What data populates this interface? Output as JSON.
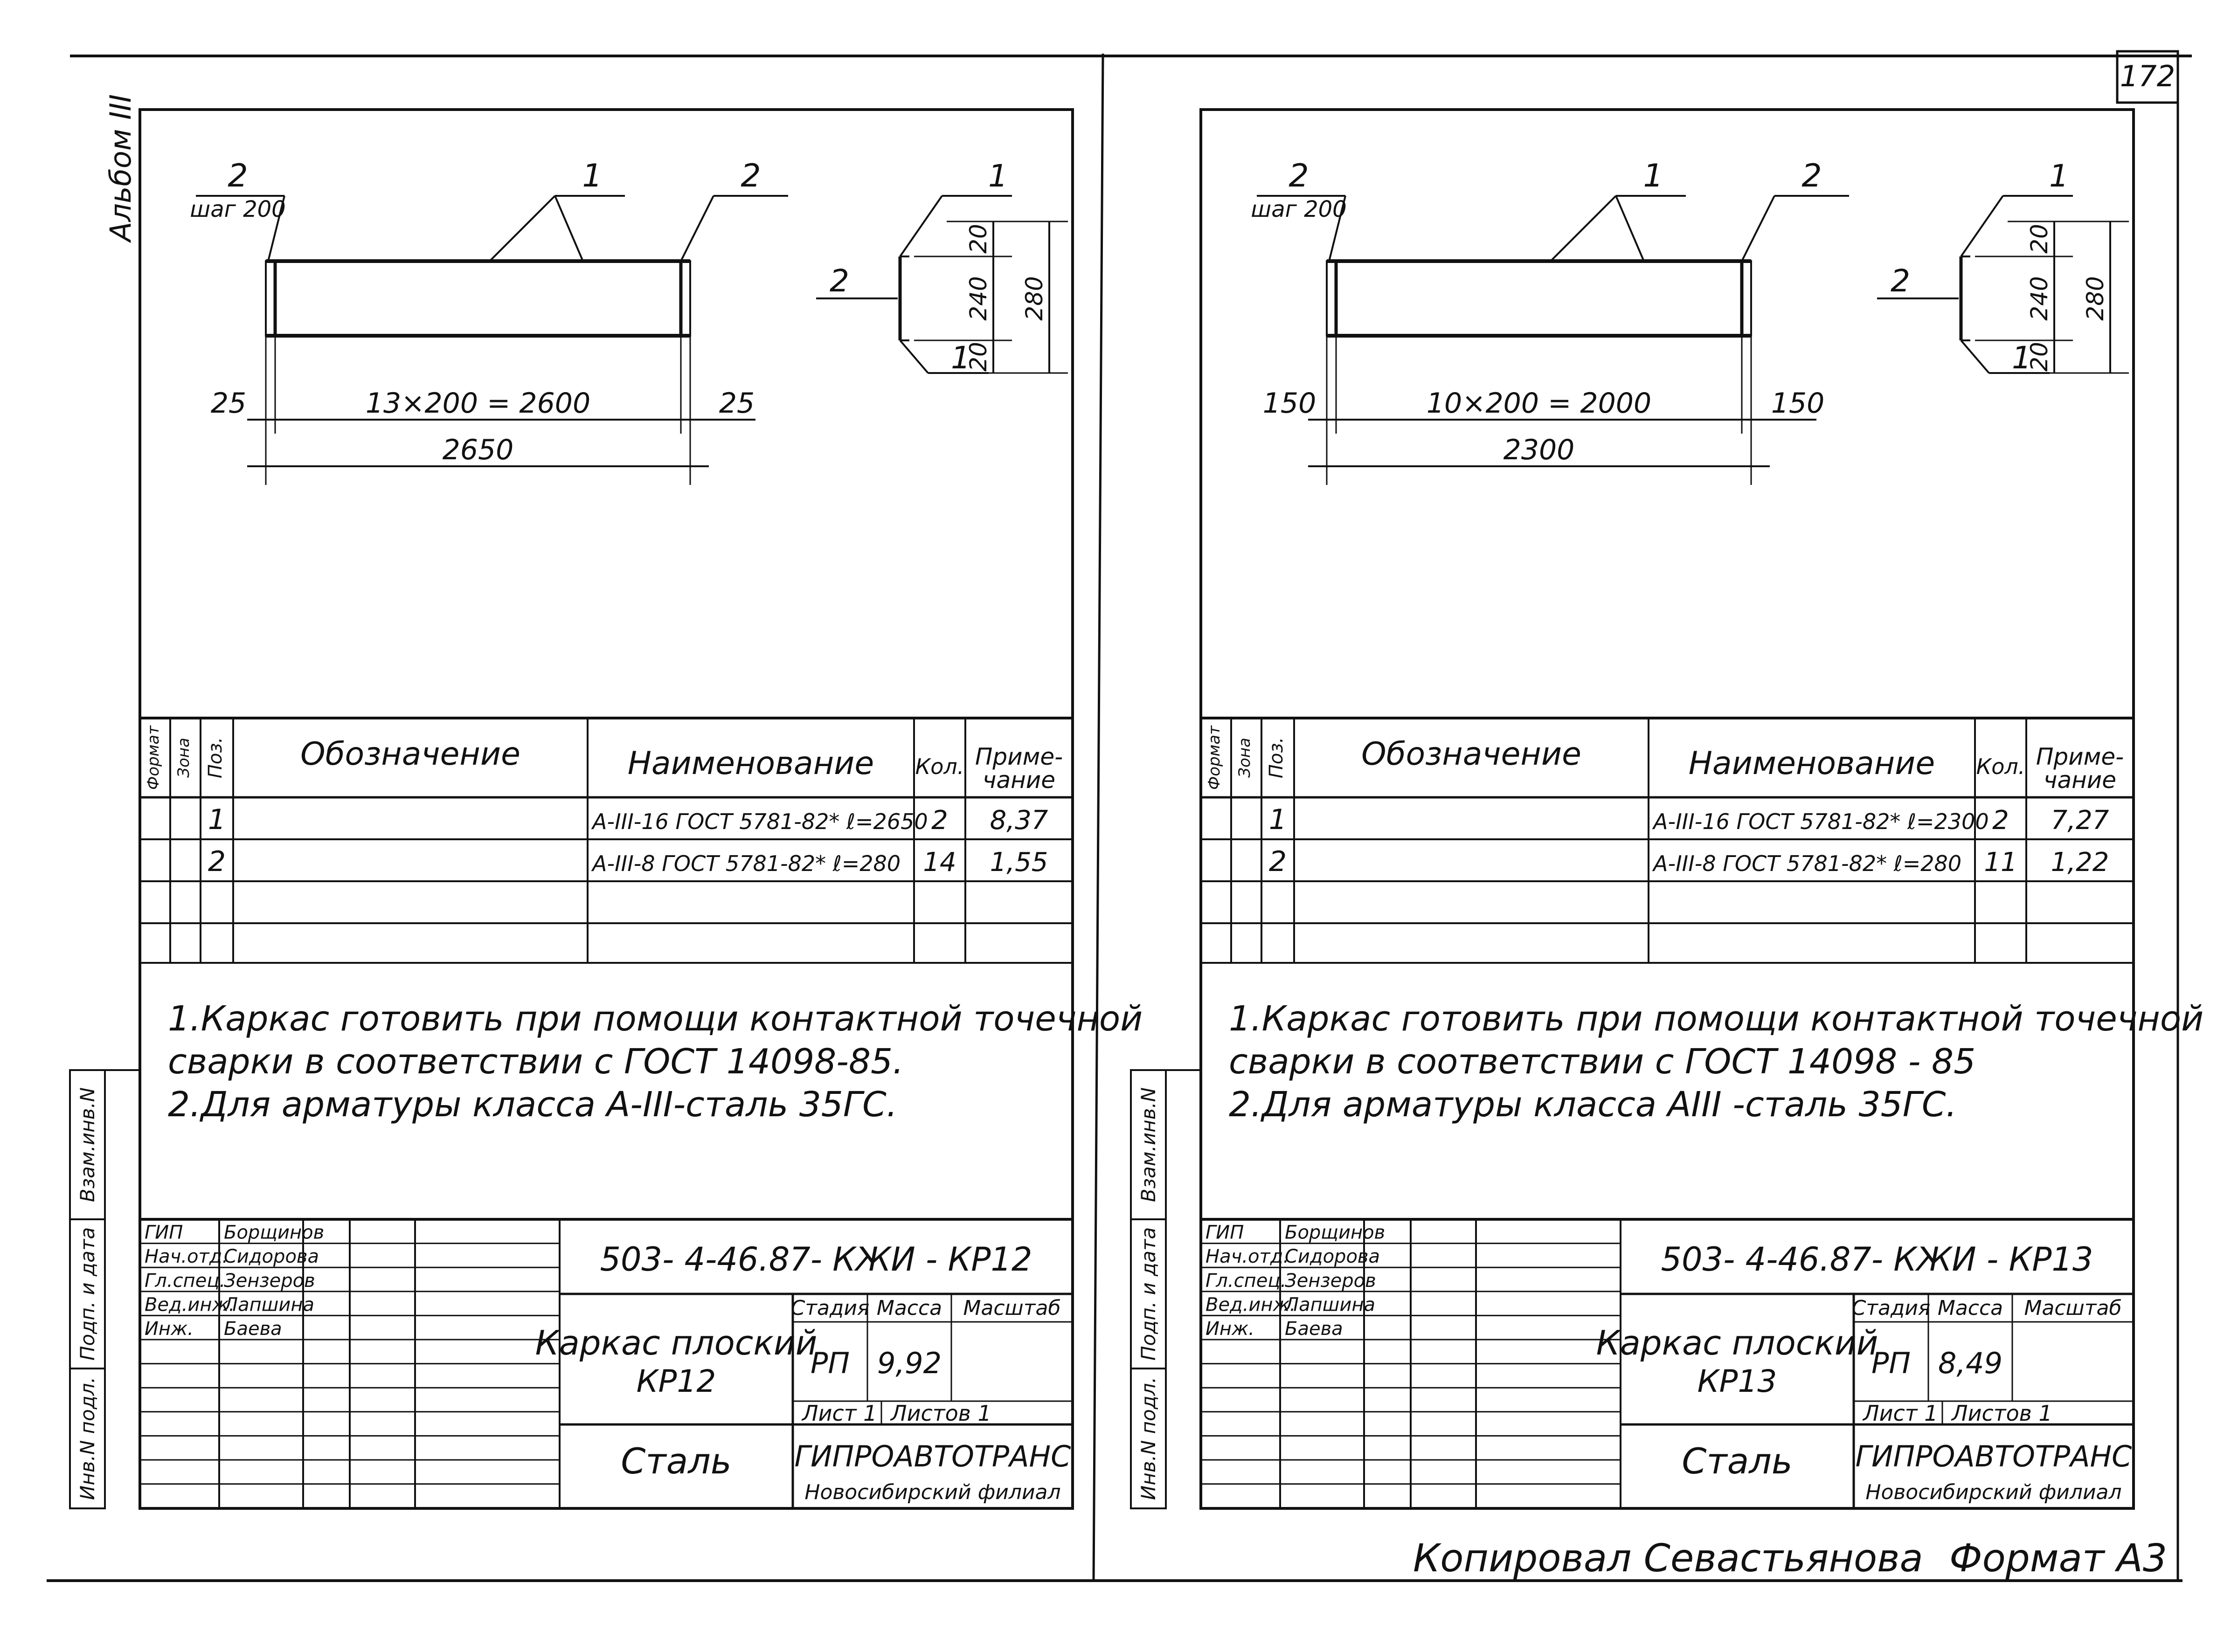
{
  "page_number": "172",
  "album_label": "Альбом III",
  "footer": {
    "copied_by": "Копировал Севастьянова",
    "format": "Формат А3"
  },
  "side_labels": [
    "Инв.N подл.",
    "Подп. и дата",
    "Взам.инв.N"
  ],
  "spec_headers": {
    "format": "Формат",
    "zone": "Зона",
    "pos": "Поз.",
    "designation": "Обозначение",
    "name": "Наименование",
    "qty": "Кол.",
    "note_line1": "Приме-",
    "note_line2": "чание"
  },
  "notes_left": [
    "1.Каркас готовить при помощи контактной точечной",
    "сварки в соответствии с ГОСТ 14098-85.",
    "2.Для арматуры класса А-III-сталь 35ГС."
  ],
  "notes_right": [
    "1.Каркас готовить при помощи контактной точечной",
    "сварки в соответствии с ГОСТ 14098 - 85",
    "2.Для арматуры класса АIII -сталь 35ГС."
  ],
  "title_block_common": {
    "stage_label": "Стадия",
    "mass_label": "Масса",
    "scale_label": "Масштаб",
    "sheet_label": "Лист 1",
    "sheets_label": "Листов 1",
    "org": "ГИПРОАВТОТРАНС",
    "branch": "Новосибирский филиал",
    "material": "Сталь",
    "stage": "РП"
  },
  "left": {
    "dims": {
      "pos_left_label": "2",
      "step_label": "шаг 200",
      "pos_mid_label": "1",
      "pos_right_label": "2",
      "edge_left": "25",
      "middle": "13×200 = 2600",
      "edge_right": "25",
      "total": "2650"
    },
    "section": {
      "pos_top": "1",
      "pos_side": "2",
      "pos_bottom": "1",
      "d_top": "20",
      "d_mid": "240",
      "d_bot": "20",
      "d_total": "280"
    },
    "spec_rows": [
      {
        "pos": "1",
        "name": "А-III-16 ГОСТ 5781-82* ℓ=2650",
        "qty": "2",
        "note": "8,37"
      },
      {
        "pos": "2",
        "name": "А-III-8 ГОСТ 5781-82* ℓ=280",
        "qty": "14",
        "note": "1,55"
      }
    ],
    "staff": [
      {
        "role": "ГИП",
        "name": "Борщинов"
      },
      {
        "role": "Нач.отд.",
        "name": "Сидорова"
      },
      {
        "role": "Гл.спец.",
        "name": "Зензеров"
      },
      {
        "role": "Вед.инж.",
        "name": "Лапшина"
      },
      {
        "role": "Инж.",
        "name": "Баева"
      }
    ],
    "code": "503- 4-46.87- КЖИ - КР12",
    "title_line1": "Каркас плоский",
    "title_line2": "КР12",
    "mass": "9,92"
  },
  "right": {
    "dims": {
      "pos_left_label": "2",
      "step_label": "шаг 200",
      "pos_mid_label": "1",
      "pos_right_label": "2",
      "edge_left": "150",
      "middle": "10×200 = 2000",
      "edge_right": "150",
      "total": "2300"
    },
    "section": {
      "pos_top": "1",
      "pos_side": "2",
      "pos_bottom": "1",
      "d_top": "20",
      "d_mid": "240",
      "d_bot": "20",
      "d_total": "280"
    },
    "spec_rows": [
      {
        "pos": "1",
        "name": "А-III-16 ГОСТ 5781-82* ℓ=2300",
        "qty": "2",
        "note": "7,27"
      },
      {
        "pos": "2",
        "name": "А-III-8 ГОСТ 5781-82* ℓ=280",
        "qty": "11",
        "note": "1,22"
      }
    ],
    "staff": [
      {
        "role": "ГИП",
        "name": "Борщинов"
      },
      {
        "role": "Нач.отд.",
        "name": "Сидорова"
      },
      {
        "role": "Гл.спец.",
        "name": "Зензеров"
      },
      {
        "role": "Вед.инж.",
        "name": "Лапшина"
      },
      {
        "role": "Инж.",
        "name": "Баева"
      }
    ],
    "code": "503- 4-46.87- КЖИ - КР13",
    "title_line1": "Каркас плоский",
    "title_line2": "КР13",
    "mass": "8,49"
  }
}
